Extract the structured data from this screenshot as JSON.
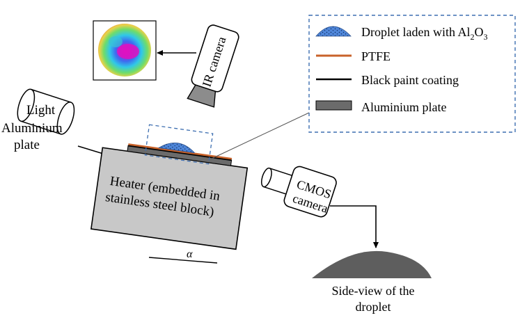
{
  "labels": {
    "ir_camera": "IR camera",
    "light": "Light",
    "aluminium_plate_line1": "Aluminium",
    "aluminium_plate_line2": "plate",
    "heater_line1": "Heater (embedded in",
    "heater_line2": "stainless steel block)",
    "cmos_line1": "CMOS",
    "cmos_line2": "camera",
    "angle_symbol": "α",
    "side_view_line1": "Side-view of the",
    "side_view_line2": "droplet"
  },
  "legend": {
    "droplet_prefix": "Droplet laden with Al",
    "droplet_sub1": "2",
    "droplet_mid": "O",
    "droplet_sub2": "3",
    "ptfe": "PTFE",
    "black_paint": "Black paint coating",
    "aluminium_plate": "Aluminium plate"
  },
  "colors": {
    "droplet": "#4f86d9",
    "ptfe": "#c8622a",
    "black_paint": "#000000",
    "aluminium_plate": "#6b6b6b",
    "heater": "#c8c8c8",
    "side_view_droplet": "#5e5e5e",
    "dashed_box": "#3d6eb0"
  },
  "icons": {
    "ir_image": "thermal-image-icon",
    "ir_camera": "ir-camera-icon",
    "light": "light-source-icon",
    "cmos_camera": "cmos-camera-icon"
  }
}
